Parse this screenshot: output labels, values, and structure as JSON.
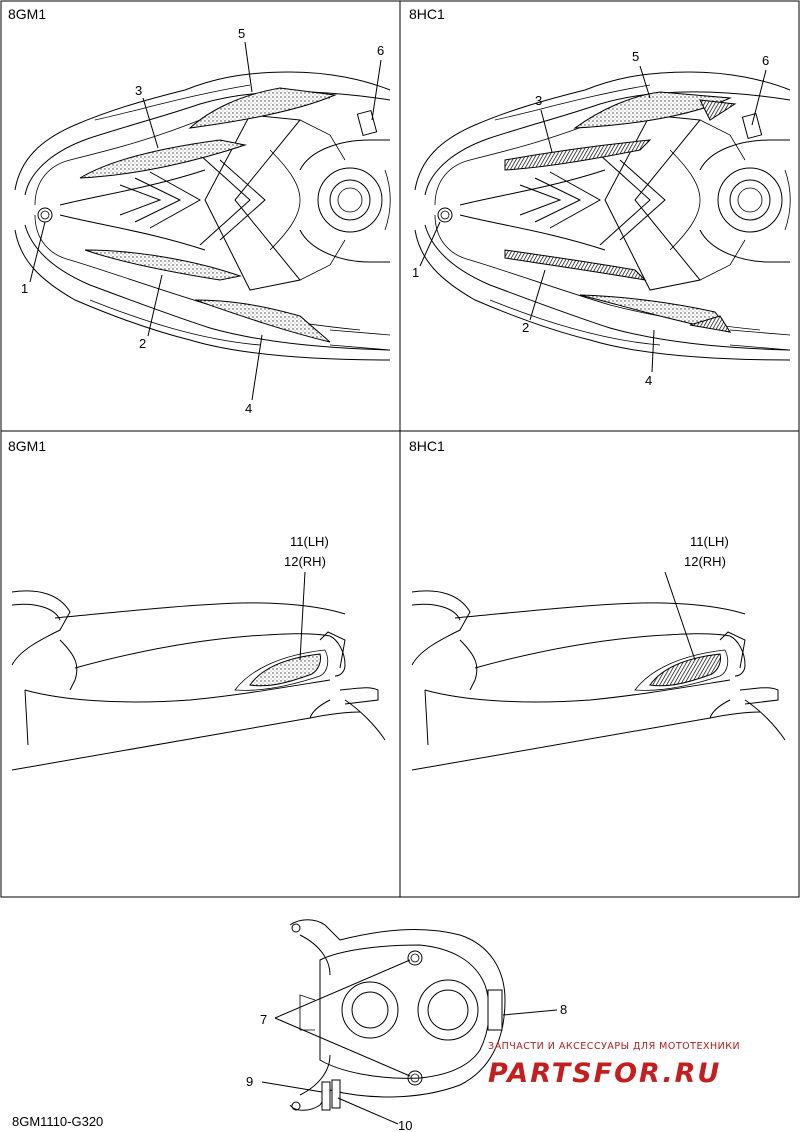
{
  "panels": [
    {
      "id": "top-left",
      "model": "8GM1"
    },
    {
      "id": "top-right",
      "model": "8HC1"
    },
    {
      "id": "mid-left",
      "model": "8GM1"
    },
    {
      "id": "mid-right",
      "model": "8HC1"
    }
  ],
  "callouts": {
    "tl": [
      "1",
      "2",
      "3",
      "4",
      "5",
      "6"
    ],
    "tr": [
      "1",
      "2",
      "3",
      "4",
      "5",
      "6"
    ],
    "side_lh": "11(LH)",
    "side_rh": "12(RH)",
    "rear": [
      "7",
      "8",
      "9",
      "10"
    ]
  },
  "diagram_code": "8GM1110-G320",
  "watermark": {
    "subtitle": "ЗАПЧАСТИ И АКСЕССУАРЫ ДЛЯ МОТОТЕХНИКИ",
    "brand": "PARTSFOR.RU",
    "color": "#c41e1e"
  }
}
